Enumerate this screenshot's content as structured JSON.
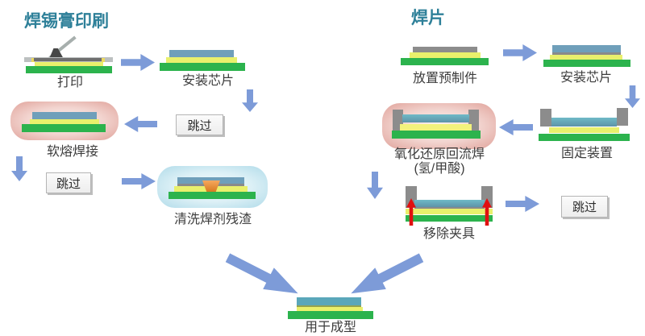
{
  "left": {
    "title": "焊锡膏印刷",
    "print": "打印",
    "mount": "安装芯片",
    "skip1": "跳过",
    "reflow": "软熔焊接",
    "skip2": "跳过",
    "clean": "清洗焊剂残渣"
  },
  "right": {
    "title": "焊片",
    "place": "放置预制件",
    "mount": "安装芯片",
    "fixture": "固定装置",
    "redox1": "氧化还原回流焊",
    "redox2": "(氢/甲酸)",
    "remove": "移除夹具",
    "skip": "跳过"
  },
  "final": {
    "label": "用于成型"
  },
  "colors": {
    "title_teal": "#2e8099",
    "arrow_blue": "#7d9bd8",
    "pcb_green": "#2cb34d",
    "paste_yellow": "#e9f06c",
    "chip_blue": "#6f9fba",
    "chip_teal": "#5fa8bc",
    "metal_gray": "#8c8c8c",
    "glow_pink_edge": "#e0a29a",
    "glow_blue_edge": "#b0dbe9",
    "remove_arrow_red": "#e01010",
    "flux_orange": "#ef9340"
  }
}
